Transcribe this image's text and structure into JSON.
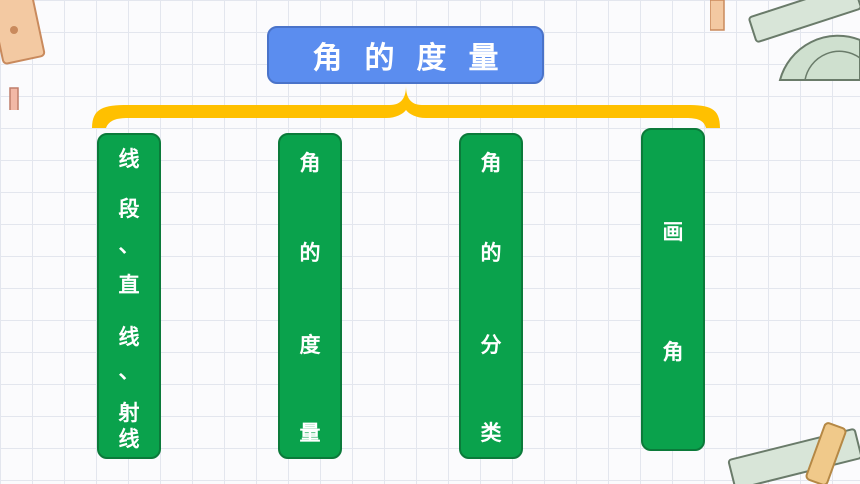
{
  "title": "角的度量",
  "columns": [
    {
      "label": "线段、直线、射线",
      "chars": [
        "线",
        "段",
        "、",
        "直",
        "线",
        "、",
        "射",
        "线"
      ]
    },
    {
      "label": "角的度量",
      "chars": [
        "角",
        "的",
        "度",
        "量"
      ]
    },
    {
      "label": "角的分类",
      "chars": [
        "角",
        "的",
        "分",
        "类"
      ]
    },
    {
      "label": "画角",
      "chars": [
        "画",
        "角"
      ]
    }
  ],
  "colors": {
    "title_bg": "#5b8def",
    "brace": "#ffc000",
    "column_bg": "#0aa24c",
    "text": "#ffffff"
  }
}
